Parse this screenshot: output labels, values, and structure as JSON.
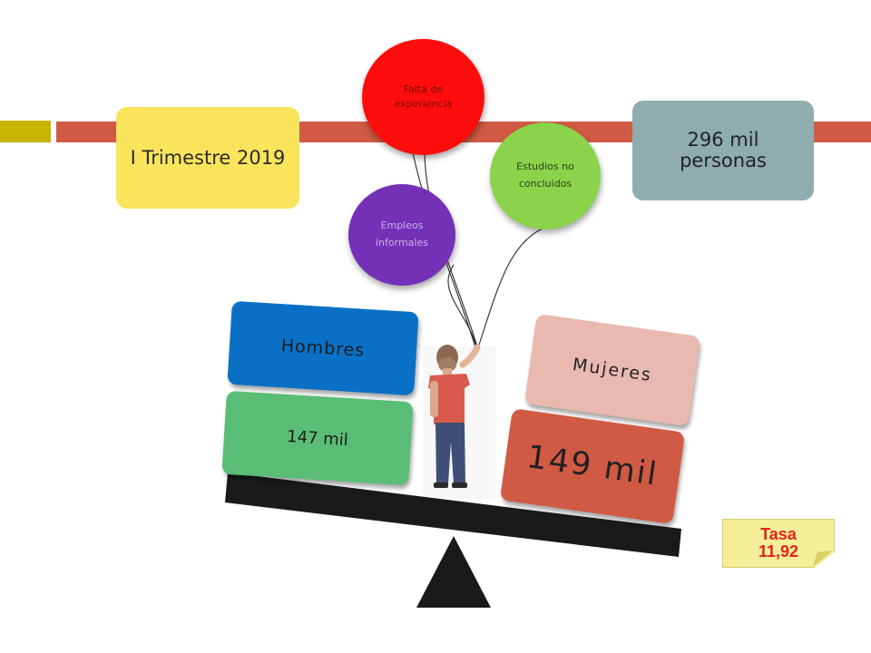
{
  "period": {
    "label": "I Trimestre 2019"
  },
  "total": {
    "label": "296 mil personas"
  },
  "causes": [
    {
      "label": "Falta de experiencia",
      "color": "#ff0d0d"
    },
    {
      "label": "Estudios no concluidos",
      "color": "#8bd34a"
    },
    {
      "label": "Empleos informales",
      "color": "#7431b7"
    }
  ],
  "groups": [
    {
      "label": "Hombres",
      "value": "147 mil",
      "label_color": "#0a70c6",
      "value_color": "#5abd76"
    },
    {
      "label": "Mujeres",
      "value": "149 mil",
      "label_color": "#e9b9b0",
      "value_color": "#d15a44"
    }
  ],
  "rate": {
    "label": "Tasa 11,92"
  },
  "colors": {
    "timeline": "#d15a44",
    "timeline_start": "#c8b400",
    "period_box": "#f9e45c",
    "total_box": "#8facaf"
  },
  "icons": {
    "person": "person-pointing-up-figure",
    "fulcrum": "triangle-fulcrum",
    "beam": "seesaw-beam"
  }
}
